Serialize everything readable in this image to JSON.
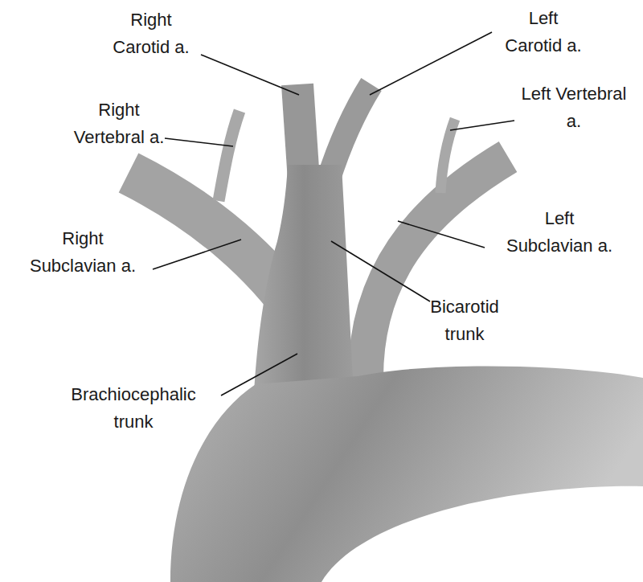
{
  "diagram": {
    "labels": [
      "Right Carotid a.",
      "Left Carotid a.",
      "Right Vertebral a.",
      "Left Vertebral a.",
      "Left Subclavian a.",
      "Right Subclavian a.",
      "Bicarotid trunk",
      "Brachiocephalic trunk"
    ]
  }
}
